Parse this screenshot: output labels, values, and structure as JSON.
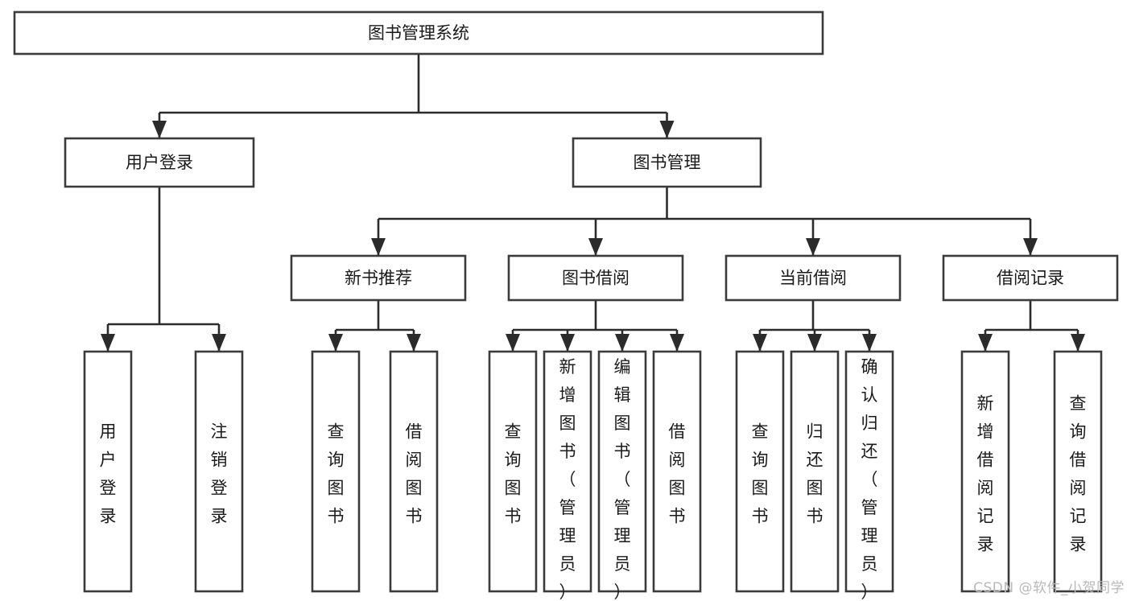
{
  "diagram": {
    "type": "tree",
    "title": "图书管理系统",
    "orientation": "top-down",
    "colors": {
      "node_border": "#3b3b3b",
      "node_fill": "#ffffff",
      "connector": "#2b2b2b",
      "label": "#1a1a1a",
      "watermark": "#b9b9b9",
      "background": "#ffffff"
    },
    "root": {
      "id": "root",
      "label": "图书管理系统",
      "text_orientation": "horizontal"
    },
    "level1": [
      {
        "id": "user-login",
        "label": "用户登录",
        "text_orientation": "horizontal"
      },
      {
        "id": "book-management",
        "label": "图书管理",
        "text_orientation": "horizontal"
      }
    ],
    "level2": [
      {
        "id": "new-book-recommend",
        "label": "新书推荐",
        "parent": "book-management",
        "text_orientation": "horizontal"
      },
      {
        "id": "book-borrow",
        "label": "图书借阅",
        "parent": "book-management",
        "text_orientation": "horizontal"
      },
      {
        "id": "current-borrow",
        "label": "当前借阅",
        "parent": "book-management",
        "text_orientation": "horizontal"
      },
      {
        "id": "borrow-record",
        "label": "借阅记录",
        "parent": "book-management",
        "text_orientation": "horizontal"
      }
    ],
    "leaves": [
      {
        "id": "leaf-user-login",
        "label": "用户登录",
        "parent": "user-login",
        "text_orientation": "vertical"
      },
      {
        "id": "leaf-logout",
        "label": "注销登录",
        "parent": "user-login",
        "text_orientation": "vertical"
      },
      {
        "id": "leaf-query-book-1",
        "label": "查询图书",
        "parent": "new-book-recommend",
        "text_orientation": "vertical"
      },
      {
        "id": "leaf-borrow-book-1",
        "label": "借阅图书",
        "parent": "new-book-recommend",
        "text_orientation": "vertical"
      },
      {
        "id": "leaf-query-book-2",
        "label": "查询图书",
        "parent": "book-borrow",
        "text_orientation": "vertical"
      },
      {
        "id": "leaf-add-book",
        "label": "新增图书（管理员）",
        "parent": "book-borrow",
        "text_orientation": "vertical"
      },
      {
        "id": "leaf-edit-book",
        "label": "编辑图书（管理员）",
        "parent": "book-borrow",
        "text_orientation": "vertical"
      },
      {
        "id": "leaf-borrow-book-2",
        "label": "借阅图书",
        "parent": "book-borrow",
        "text_orientation": "vertical"
      },
      {
        "id": "leaf-query-book-3",
        "label": "查询图书",
        "parent": "current-borrow",
        "text_orientation": "vertical"
      },
      {
        "id": "leaf-return-book",
        "label": "归还图书",
        "parent": "current-borrow",
        "text_orientation": "vertical"
      },
      {
        "id": "leaf-confirm-return",
        "label": "确认归还（管理员）",
        "parent": "current-borrow",
        "text_orientation": "vertical"
      },
      {
        "id": "leaf-add-record",
        "label": "新增借阅记录",
        "parent": "borrow-record",
        "text_orientation": "vertical"
      },
      {
        "id": "leaf-query-record",
        "label": "查询借阅记录",
        "parent": "borrow-record",
        "text_orientation": "vertical"
      }
    ]
  },
  "watermark": {
    "text": "CSDN @软件_小贺同学"
  }
}
